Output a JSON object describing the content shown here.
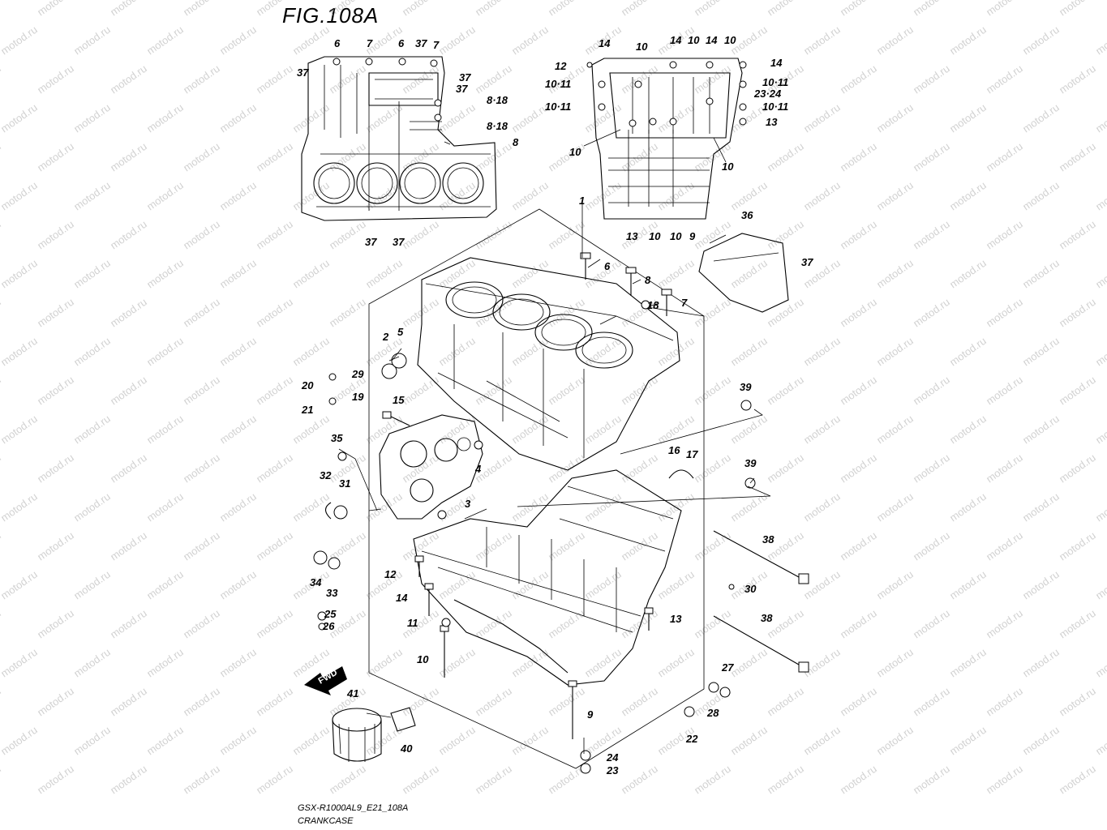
{
  "figure": {
    "title": "FIG.108A",
    "code": "GSX-R1000AL9_E21_108A",
    "name": "CRANKCASE",
    "watermark": "motod.ru",
    "fwd_label": "FWD"
  },
  "callouts": {
    "upper_left": [
      "6",
      "7",
      "6",
      "37",
      "7",
      "37",
      "37",
      "37",
      "8·18",
      "8·18",
      "8",
      "37",
      "37"
    ],
    "upper_right": [
      "14",
      "10",
      "14",
      "10",
      "14",
      "10",
      "12",
      "14",
      "10·11",
      "10·11",
      "23·24",
      "10·11",
      "10·11",
      "13",
      "10",
      "10",
      "13",
      "10",
      "10",
      "9"
    ],
    "main": [
      "1",
      "36",
      "37",
      "6",
      "8",
      "18",
      "7",
      "2",
      "5",
      "29",
      "20",
      "19",
      "21",
      "15",
      "35",
      "4",
      "32",
      "31",
      "3",
      "39",
      "16",
      "17",
      "39",
      "38",
      "30",
      "34",
      "33",
      "12",
      "14",
      "11",
      "25",
      "26",
      "10",
      "13",
      "38",
      "27",
      "28",
      "9",
      "22",
      "41",
      "40",
      "24",
      "23"
    ]
  }
}
